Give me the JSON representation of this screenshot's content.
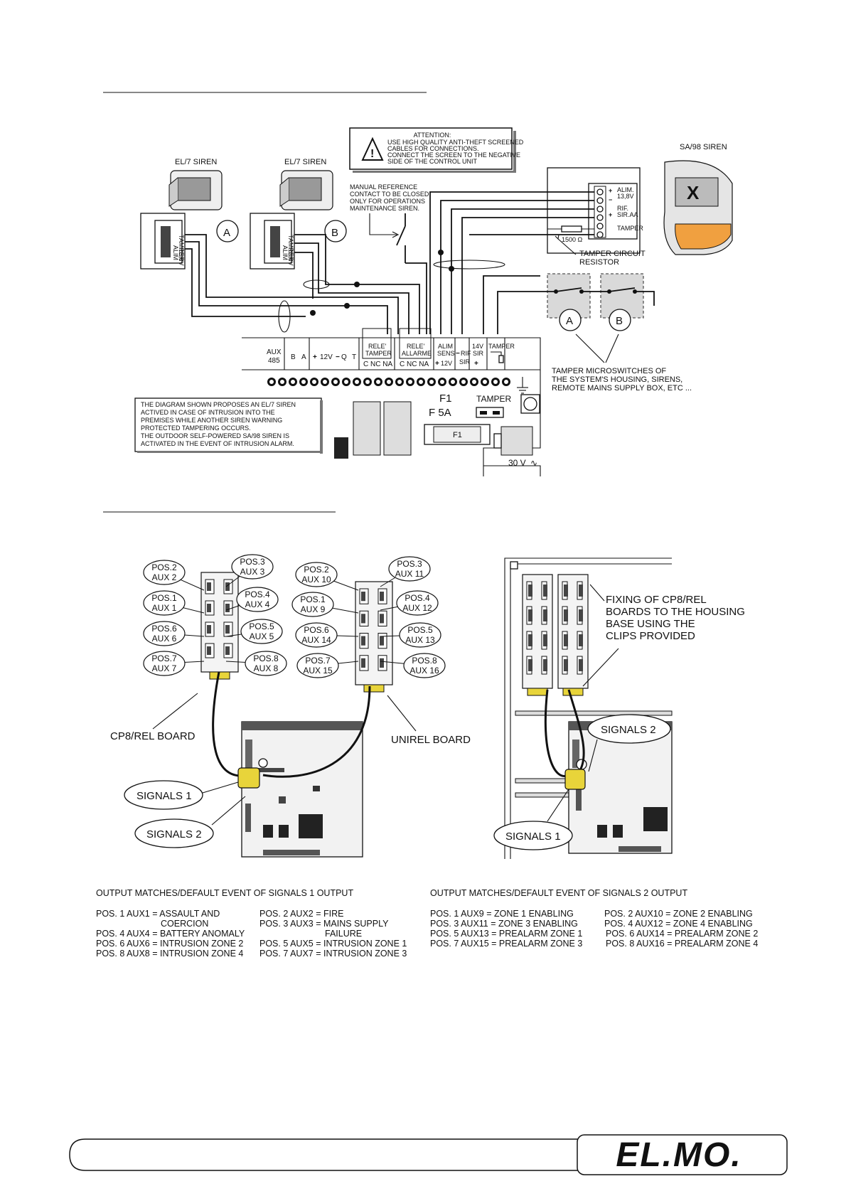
{
  "siren_diagram": {
    "el7_siren_a": "EL/7 SIREN",
    "el7_siren_b": "EL/7 SIREN",
    "sa98_siren": "SA/98 SIREN",
    "circle_a": "A",
    "circle_b": "B",
    "tamper_label": "TAMPER",
    "alim_label": "ALIM",
    "v138": "13,8V",
    "attention_lines": [
      "ATTENTION:",
      "USE HIGH QUALITY ANTI-THEFT SCREENED",
      "CABLES FOR CONNECTIONS.",
      "CONNECT THE SCREEN TO THE NEGATIVE",
      "SIDE OF THE CONTROL UNIT"
    ],
    "manual_ref_lines": [
      "MANUAL REFERENCE",
      "CONTACT TO BE CLOSED",
      "ONLY FOR OPERATIONS",
      "MAINTENANCE SIREN."
    ],
    "sa98_terms": {
      "alim": "ALIM.",
      "v138": "13,8V",
      "rif": "RIF.",
      "sir": "SIR.AA",
      "tamper": "TAMPER"
    },
    "resistor_value": "1500 Ω",
    "tamper_resistor_lines": [
      "TAMPER CIRCUIT",
      "RESISTOR"
    ],
    "terminal_headers": {
      "aux485": [
        "AUX",
        "485"
      ],
      "b": "B",
      "a": "A",
      "v12": "12V",
      "q": "Q",
      "t": "T",
      "rele_tamper": [
        "RELE'",
        "TAMPER"
      ],
      "rele_allarme": [
        "RELE'",
        "ALLARME"
      ],
      "c_nc_na": "C  NC  NA",
      "alim_sens": [
        "ALIM",
        "SENS"
      ],
      "v12b": "12V",
      "rif_sir": [
        "RIF",
        "SIR"
      ],
      "v14_sir": [
        "14V",
        "SIR"
      ],
      "tamper": "TAMPER"
    },
    "tamper_micro_lines": [
      "TAMPER MICROSWITCHES OF",
      "THE SYSTEM'S HOUSING, SIRENS,",
      "REMOTE  MAINS SUPPLY BOX, ETC ..."
    ],
    "note_lines": [
      "THE DIAGRAM SHOWN PROPOSES AN EL/7 SIREN",
      "ACTIVED IN CASE OF INTRUSION INTO THE",
      "PREMISES WHILE ANOTHER SIREN WARNING",
      "PROTECTED TAMPERING OCCURS.",
      "THE OUTDOOR SELF-POWERED SA/98 SIREN IS",
      "ACTIVATED IN THE EVENT OF INTRUSION ALARM."
    ],
    "f1": "F1",
    "f5a": "F 5A",
    "tamper_switch": "TAMPER",
    "fuse_label": "F1",
    "v30": "30 V"
  },
  "board_diagram": {
    "left_callouts": [
      [
        "POS.2",
        "AUX 2"
      ],
      [
        "POS.3",
        "AUX 3"
      ],
      [
        "POS.1",
        "AUX 1"
      ],
      [
        "POS.4",
        "AUX 4"
      ],
      [
        "POS.6",
        "AUX 6"
      ],
      [
        "POS.5",
        "AUX 5"
      ],
      [
        "POS.7",
        "AUX 7"
      ],
      [
        "POS.8",
        "AUX 8"
      ]
    ],
    "right_callouts": [
      [
        "POS.2",
        "AUX 10"
      ],
      [
        "POS.3",
        "AUX 11"
      ],
      [
        "POS.1",
        "AUX 9"
      ],
      [
        "POS.4",
        "AUX 12"
      ],
      [
        "POS.6",
        "AUX 14"
      ],
      [
        "POS.5",
        "AUX 13"
      ],
      [
        "POS.7",
        "AUX 15"
      ],
      [
        "POS.8",
        "AUX 16"
      ]
    ],
    "cp8_board": "CP8/REL BOARD",
    "unirel_board": "UNIREL BOARD",
    "signals1": "SIGNALS 1",
    "signals2": "SIGNALS 2",
    "fixing_lines": [
      "FIXING OF CP8/REL",
      "BOARDS TO THE HOUSING",
      "BASE USING THE",
      "CLIPS PROVIDED"
    ],
    "signals2_r": "SIGNALS 2",
    "signals1_r": "SIGNALS 1"
  },
  "tables": {
    "signals1_title": "OUTPUT MATCHES/DEFAULT EVENT OF SIGNALS 1 OUTPUT",
    "signals1_left": [
      "POS. 1 AUX1 = ASSAULT AND",
      "COERCION",
      "POS. 4 AUX4 = BATTERY ANOMALY",
      "POS. 6 AUX6 =  INTRUSION  ZONE 2",
      "POS. 8 AUX8 =  INTRUSION ZONE 4"
    ],
    "signals1_right": [
      "POS. 2 AUX2 = FIRE",
      "POS. 3 AUX3 = MAINS SUPPLY",
      "FAILURE",
      "POS. 5 AUX5 = INTRUSION ZONE 1",
      "POS. 7 AUX7 = INTRUSION ZONE 3"
    ],
    "signals2_title": "OUTPUT MATCHES/DEFAULT EVENT OF SIGNALS 2 OUTPUT",
    "signals2_left": [
      "POS. 1 AUX9 =    ZONE 1 ENABLING",
      "POS. 3 AUX11 = ZONE 3 ENABLING",
      "POS. 5 AUX13 = PREALARM ZONE 1",
      "POS. 7 AUX15 = PREALARM ZONE 3"
    ],
    "signals2_right": [
      "POS. 2 AUX10 =  ZONE 2 ENABLING",
      "POS. 4 AUX12 =  ZONE 4 ENABLING",
      "POS. 6 AUX14 =  PREALARM ZONE 2",
      "POS. 8 AUX16 =  PREALARM ZONE 4"
    ]
  },
  "footer": {
    "logo": "EL.MO."
  }
}
